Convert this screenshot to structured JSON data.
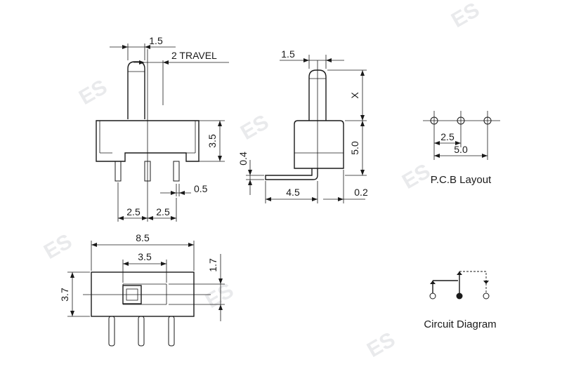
{
  "dimensions": {
    "top_pitch": "1.5",
    "travel": "2 TRAVEL",
    "body_height": "3.5",
    "pin_thickness": "0.5",
    "pin_pitch_left": "2.5",
    "pin_pitch_right": "2.5",
    "side_pitch": "1.5",
    "side_x": "X",
    "side_height": "5.0",
    "side_offset": "0.4",
    "side_foot": "4.5",
    "side_foot_thickness": "0.2",
    "bottom_length": "8.5",
    "bottom_slot": "3.5",
    "bottom_height": "3.7",
    "bottom_actuator": "1.7",
    "pcb_pitch": "2.5",
    "pcb_span": "5.0"
  },
  "labels": {
    "pcb_layout": "P.C.B Layout",
    "circuit_diagram": "Circuit Diagram"
  },
  "watermarks": [
    "ES",
    "ES",
    "ES",
    "ES",
    "ES",
    "ES",
    "ES"
  ]
}
